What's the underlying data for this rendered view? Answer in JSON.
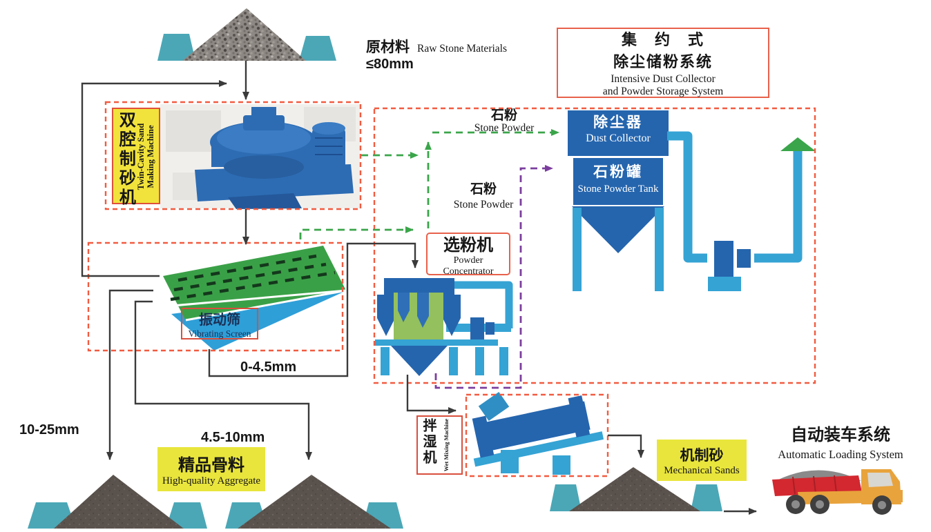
{
  "diagram": {
    "raw_material": {
      "cn": "原材料",
      "en": "Raw Stone Materials",
      "size": "≤80mm"
    },
    "dust_system_title": {
      "cn_line1": "集　约　式",
      "cn_line2": "除尘储粉系统",
      "en_line1": "Intensive Dust Collector",
      "en_line2": "and Powder Storage System"
    },
    "sand_machine": {
      "cn": "双腔制砂机",
      "en": "Twin-Cavity Sand Making Machine"
    },
    "vibrating_screen": {
      "cn": "振动筛",
      "en": "Vibrating Screen"
    },
    "powder_concentrator": {
      "cn": "选粉机",
      "en": "Powder Concentrator"
    },
    "dust_collector": {
      "cn": "除尘器",
      "en": "Dust Collector"
    },
    "stone_powder_tank": {
      "cn": "石粉罐",
      "en": "Stone Powder Tank"
    },
    "stone_powder_to_collector": {
      "cn": "石粉",
      "en": "Stone Powder"
    },
    "stone_powder_to_tank": {
      "cn": "石粉",
      "en": "Stone Powder"
    },
    "wet_mixing_machine": {
      "cn": "拌湿机",
      "en": "Wet Mixing Machine"
    },
    "high_quality_aggregate": {
      "cn": "精品骨料",
      "en": "High-quality Aggregate"
    },
    "mechanical_sands": {
      "cn": "机制砂",
      "en": "Mechanical Sands"
    },
    "automatic_loading": {
      "cn": "自动装车系统",
      "en": "Automatic Loading System"
    },
    "sizes": {
      "screen_underflow": "0-4.5mm",
      "coarse_aggregate": "10-25mm",
      "medium_aggregate": "4.5-10mm"
    }
  },
  "colors": {
    "dashed_box": "#f15b40",
    "label_border": "#df5038",
    "label_yellow": "#ede43c",
    "machine_blue_dark": "#2565ae",
    "machine_blue_light": "#35a3d4",
    "screen_green": "#3aa047",
    "body_green_light": "#94c05e",
    "support_teal": "#4ba7b6",
    "flow_green": "#3aa54a",
    "flow_purple": "#7b3e9d",
    "flow_black": "#3a3a3a",
    "truck_orange": "#e8a33c",
    "truck_red": "#d3282f"
  }
}
